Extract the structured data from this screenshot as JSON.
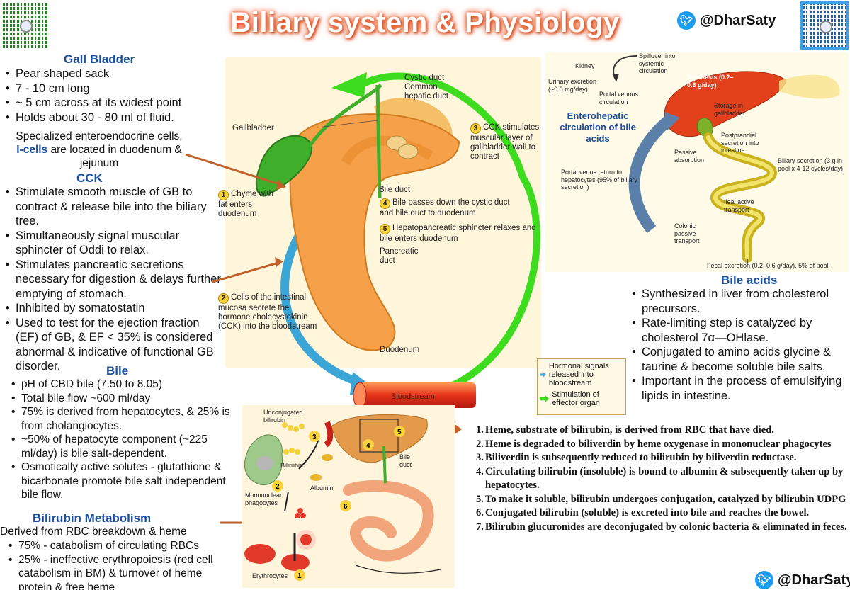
{
  "header": {
    "title": "Biliary system & Physiology",
    "handle": "@DharSaty"
  },
  "gallbladder": {
    "title": "Gall Bladder",
    "items": [
      "Pear shaped sack",
      "7 - 10 cm long",
      "~ 5 cm across at its widest point",
      "Holds about 30 - 80 ml of fluid."
    ]
  },
  "icells": {
    "pre": "Specialized enteroendocrine cells, ",
    "highlight": "I-cells",
    "post": " are located in duodenum & jejunum"
  },
  "cck": {
    "title": "CCK",
    "items": [
      "Stimulate smooth muscle of GB to contract & release bile into the biliary tree.",
      "Simultaneously signal muscular sphincter of Oddi to relax.",
      "Stimulates pancreatic secretions necessary for digestion & delays further emptying of stomach.",
      "Inhibited by somatostatin",
      "Used to test for the ejection fraction (EF) of GB, & EF < 35% is considered abnormal & indicative of functional GB disorder."
    ]
  },
  "bile": {
    "title": "Bile",
    "items": [
      "pH of CBD bile (7.50 to 8.05)",
      "Total bile flow ~600 ml/day",
      "75% is derived from hepatocytes, & 25% is from cholangiocytes.",
      "~50% of hepatocyte component (~225 ml/day) is bile salt-dependent.",
      "Osmotically active solutes - glutathione & bicarbonate promote bile salt independent bile flow."
    ]
  },
  "bilirubin": {
    "title": "Bilirubin Metabolism",
    "intro": "Derived from RBC breakdown & heme",
    "items": [
      "75% - catabolism of circulating RBCs",
      "25% - ineffective erythropoiesis (red cell catabolism in BM) & turnover of heme protein & free heme"
    ]
  },
  "center_diagram": {
    "cystic_duct": "Cystic duct",
    "common_hepatic": "Common hepatic duct",
    "gallbladder": "Gallbladder",
    "bile_duct": "Bile duct",
    "pancreatic_duct": "Pancreatic duct",
    "duodenum": "Duodenum",
    "bloodstream": "Bloodstream",
    "steps": [
      {
        "n": "1",
        "text": "Chyme with fat enters duodenum"
      },
      {
        "n": "2",
        "text": "Cells of the intestinal mucosa secrete the hormone cholecystokinin (CCK) into the bloodstream"
      },
      {
        "n": "3",
        "text": "CCK stimulates muscular layer of gallbladder wall to contract"
      },
      {
        "n": "4",
        "text": "Bile passes down the cystic duct and bile duct to duodenum"
      },
      {
        "n": "5",
        "text": "Hepatopancreatic sphincter relaxes and bile enters duodenum"
      }
    ]
  },
  "legend": {
    "hormonal": "Hormonal signals released into bloodstream",
    "stimulation": "Stimulation of effector organ"
  },
  "enterohepatic": {
    "title": "Enterohepatic circulation of bile acids",
    "kidney": "Kidney",
    "spillover": "Spillover into systemic circulation",
    "urinary": "Urinary excretion (~0.5 mg/day)",
    "portal_venous": "Portal venous circulation",
    "synthesis": "Synthesis (0.2–0.6 g/day)",
    "storage": "Storage in gallbladder",
    "postprandial": "Postprandial secretion into intestine",
    "passive": "Passive absorption",
    "biliary_secretion": "Biliary secretion (3 g in pool x 4-12 cycles/day)",
    "portal_return": "Portal venus return to hepatocytes (95% of biliary secretion)",
    "ileal": "Ileal active transport",
    "colonic": "Colonic passive transport",
    "fecal": "Fecal excretion (0.2–0.6 g/day), 5% of pool"
  },
  "bile_acids": {
    "title": "Bile acids",
    "items": [
      "Synthesized in liver from cholesterol precursors.",
      "Rate-limiting step is catalyzed by cholesterol 7α—OHlase.",
      "Conjugated to amino acids glycine & taurine & become soluble bile salts.",
      "Important in the process of emulsifying lipids in intestine."
    ]
  },
  "bm_diagram": {
    "unconjugated": "Unconjugated bilirubin",
    "bilirubin": "Bilirubin",
    "albumin": "Albumin",
    "mononuclear": "Mononuclear phagocytes",
    "erythrocytes": "Erythrocytes",
    "bile_duct": "Bile duct",
    "nums": [
      "1",
      "2",
      "3",
      "4",
      "5",
      "6"
    ]
  },
  "steps_list": [
    "Heme, substrate of bilirubin, is derived from RBC that have died.",
    "Heme is degraded to biliverdin by heme oxygenase in mononuclear phagocytes",
    "Biliverdin is subsequently reduced to bilirubin by biliverdin reductase.",
    "Circulating bilirubin (insoluble) is bound to albumin & subsequently taken up by hepatocytes.",
    "To make it soluble, bilirubin undergoes conjugation, catalyzed by bilirubin UDPG",
    "Conjugated bilirubin (soluble) is excreted into bile and reaches the bowel.",
    "Bilirubin glucuronides are deconjugated by colonic bacteria & eliminated in feces."
  ],
  "colors": {
    "accent_blue": "#1a4fa0",
    "title_glow": "#e85a2a",
    "gallbladder_green": "#3fae2a",
    "cycle_green": "#3ddc1e",
    "blood_blue": "#3ba6d6"
  }
}
